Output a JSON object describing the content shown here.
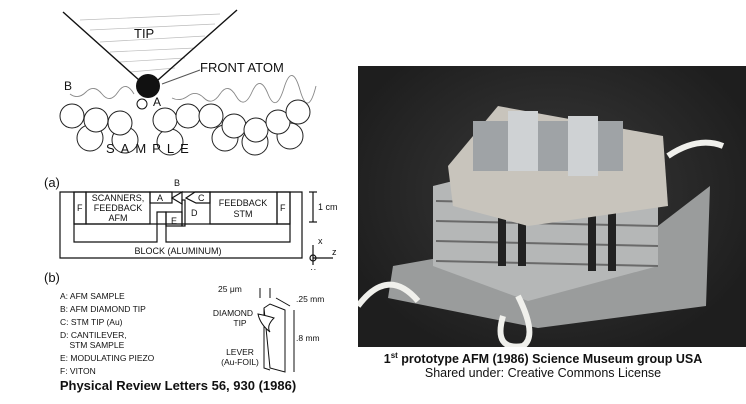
{
  "top_diagram": {
    "tip_label": "TIP",
    "front_atom_label": "FRONT ATOM",
    "label_b": "B",
    "label_a": "A",
    "sample_label": "SAMPLE"
  },
  "panel_a": {
    "label": "(a)",
    "f_left": "F",
    "scanners": [
      "SCANNERS,",
      "FEEDBACK",
      "AFM"
    ],
    "a": "A",
    "b": "B",
    "c": "C",
    "d": "D",
    "e": "E",
    "feedback_stm": [
      "FEEDBACK",
      "STM"
    ],
    "f_right": "F",
    "block": "BLOCK (ALUMINUM)",
    "scale": "1 cm",
    "axis_x": "x",
    "axis_y": "y",
    "axis_z": "z"
  },
  "panel_b": {
    "label": "(b)",
    "legend": [
      "A: AFM SAMPLE",
      "B: AFM DIAMOND TIP",
      "C: STM TIP (Au)",
      "D: CANTILEVER,",
      "    STM SAMPLE",
      "E: MODULATING PIEZO",
      "F: VITON"
    ],
    "dim_thickness": "25 μm",
    "dim_width": ".25 mm",
    "dim_length": ".8 mm",
    "diamond_tip": [
      "DIAMOND",
      "TIP"
    ],
    "lever": [
      "LEVER",
      "(Au-FOIL)"
    ]
  },
  "citation": "Physical Review Letters 56, 930 (1986)",
  "photo_caption": {
    "line1_prefix": "1",
    "line1_sup": "st",
    "line1_rest": " prototype AFM (1986) Science Museum group USA",
    "line2": "Shared under: Creative Commons License"
  }
}
